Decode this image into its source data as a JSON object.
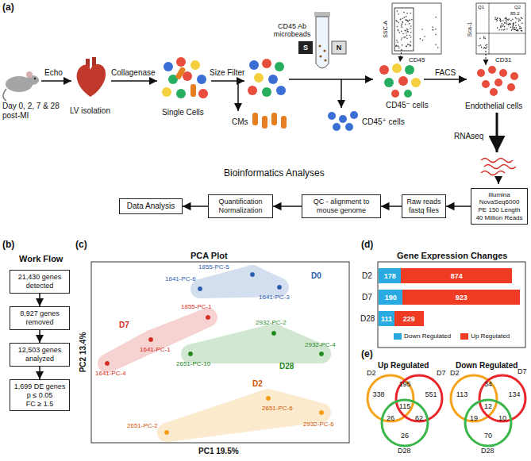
{
  "diagram": {
    "nodes": [
      {
        "text": [
          "Illumina NovaSeq6000 PE 150 Length 40 Million Reads"
        ]
      },
      {
        "text": [
          "Raw reads fastq files"
        ]
      },
      {
        "text": [
          "QC - alignment to mouse genome"
        ]
      },
      {
        "text": [
          "Quantification Normalization"
        ]
      },
      {
        "text": [
          "Data Analysis"
        ]
      },
      {
        "text": [
          "21,430 genes detected"
        ]
      },
      {
        "text": [
          "8,927 genes removed"
        ]
      },
      {
        "text": [
          "12,503 genes analyzed"
        ]
      },
      {
        "text": [
          "1,699 DE genes",
          "p ≤ 0.05",
          "FC ≥ 1.5"
        ]
      },
      {
        "text": [
          "178"
        ]
      },
      {
        "text": [
          "874"
        ]
      },
      {
        "text": [
          "190"
        ]
      },
      {
        "text": [
          "923"
        ]
      },
      {
        "text": [
          "111"
        ]
      },
      {
        "text": [
          "229"
        ]
      }
    ],
    "edges": [
      {
        "from": 0,
        "to": 1,
        "arrow": "to"
      },
      {
        "from": 1,
        "to": 2,
        "arrow": "to"
      },
      {
        "from": 2,
        "to": 3,
        "arrow": "to"
      },
      {
        "from": 3,
        "to": 4,
        "arrow": "to"
      },
      {
        "from": 5,
        "to": 6,
        "arrow": "to"
      },
      {
        "from": 6,
        "to": 7,
        "arrow": "to"
      },
      {
        "from": 7,
        "to": 8,
        "arrow": "to"
      }
    ],
    "labels": [
      "(a)",
      "Day 0, 2, 7 & 28 post-MI",
      "Echo",
      "LV isolation",
      "Collagenase",
      "Single Cells",
      "Size Filter",
      "CMs",
      "CD45 Ab microbeads",
      "S",
      "N",
      "CD45⁺ cells",
      "CD45⁻ cells",
      "SSC-A",
      "CD45",
      "FACS",
      "Sca-1",
      "CD31",
      "Q1",
      "Q2",
      "85.2",
      "Endothelial cells",
      "RNAseq",
      "Bioinformatics Analyses",
      "(b)",
      "Work Flow",
      "(c)",
      "PCA Plot",
      "PC2 13.4%",
      "PC1 19.5%",
      "1855-PC-5",
      "1641-PC-6",
      "1641-PC-3",
      "D0",
      "1855-PC-1",
      "D7",
      "1641-PC-1",
      "1641-PC-4",
      "2932-PC-2",
      "2932-PC-4",
      "2651-PC-10",
      "D28",
      "D2",
      "2651-PC-6",
      "2932-PC-6",
      "2651-PC-2",
      "(d)",
      "Gene Expression Changes",
      "D2",
      "D7",
      "D28",
      "(e)",
      "Up Regulated",
      "Down Regulated",
      "D2",
      "D7",
      "D28",
      "338",
      "195",
      "551",
      "115",
      "26",
      "62",
      "26",
      "D2",
      "D7",
      "D28",
      "113",
      "34",
      "134",
      "12",
      "19",
      "10",
      "70"
    ],
    "legend": [
      {
        "text": "Down Regulated",
        "color": "#29abe2"
      },
      {
        "text": "Up Regulated",
        "color": "#ef3b24"
      }
    ]
  }
}
